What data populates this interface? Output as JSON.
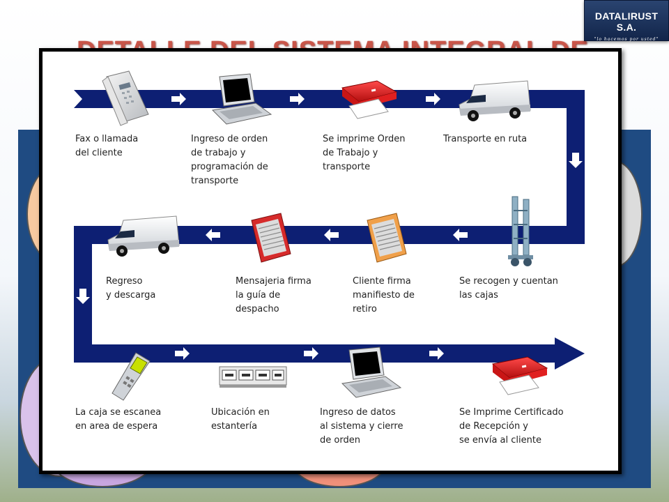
{
  "slide": {
    "title": "DETALLE DEL SISTEMA INTEGRAL DE"
  },
  "logo": {
    "name": "DATALIRUST S.A.",
    "tagline": "\"lo hacemos por usted\""
  },
  "colors": {
    "band": "#0d1f73",
    "panel": "#1f4b82",
    "title": "#c0392b"
  },
  "steps": [
    {
      "label": "Fax o llamada\ndel cliente",
      "icon": "phone-fax-icon"
    },
    {
      "label": "Ingreso de orden\nde trabajo y\nprogramación de\ntransporte",
      "icon": "laptop-icon"
    },
    {
      "label": "Se imprime Orden\nde Trabajo y\ntransporte",
      "icon": "printer-icon"
    },
    {
      "label": "Transporte en ruta",
      "icon": "van-icon"
    },
    {
      "label": "Se recogen y cuentan\nlas cajas",
      "icon": "hand-truck-icon"
    },
    {
      "label": "Cliente firma\nmanifiesto de\nretiro",
      "icon": "clipboard-icon"
    },
    {
      "label": "Mensajeria firma\nla guía de\ndespacho",
      "icon": "clipboard-icon"
    },
    {
      "label": "Regreso\ny descarga",
      "icon": "van-icon"
    },
    {
      "label": "La caja se escanea\nen area de espera",
      "icon": "barcode-scanner-icon"
    },
    {
      "label": "Ubicación en\nestantería",
      "icon": "shelf-boxes-icon"
    },
    {
      "label": "Ingreso de datos\nal sistema y cierre\nde orden",
      "icon": "laptop-icon"
    },
    {
      "label": "Se Imprime Certificado\nde Recepción y\nse envía al cliente",
      "icon": "printer-icon"
    }
  ]
}
